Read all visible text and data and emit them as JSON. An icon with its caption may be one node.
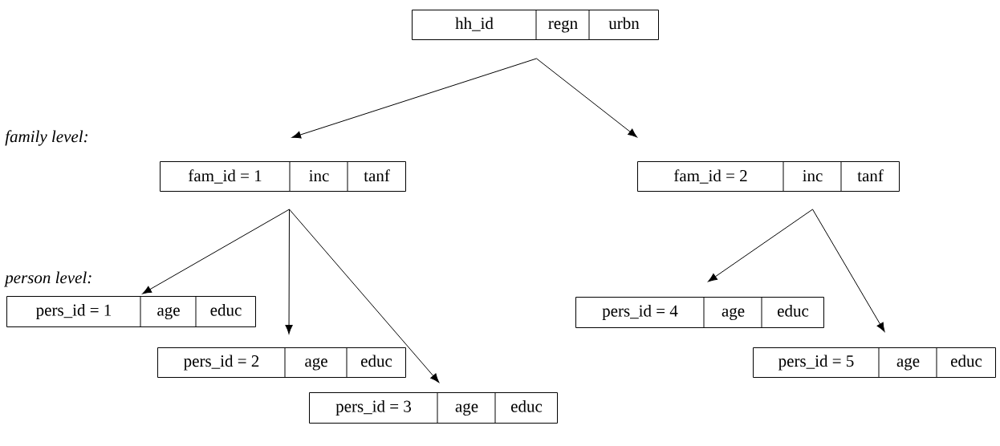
{
  "diagram": {
    "nodes": [
      {
        "text": [
          "hh_id",
          "regn",
          "urbn"
        ]
      },
      {
        "text": [
          "fam_id = 1",
          "inc",
          "tanf"
        ]
      },
      {
        "text": [
          "fam_id = 2",
          "inc",
          "tanf"
        ]
      },
      {
        "text": [
          "pers_id = 1",
          "age",
          "educ"
        ]
      },
      {
        "text": [
          "pers_id = 2",
          "age",
          "educ"
        ]
      },
      {
        "text": [
          "pers_id = 3",
          "age",
          "educ"
        ]
      },
      {
        "text": [
          "pers_id = 4",
          "age",
          "educ"
        ]
      },
      {
        "text": [
          "pers_id = 5",
          "age",
          "educ"
        ]
      }
    ],
    "edges": [
      {
        "from": 0,
        "to": 1,
        "arrow": "to"
      },
      {
        "from": 0,
        "to": 2,
        "arrow": "to"
      },
      {
        "from": 1,
        "to": 3,
        "arrow": "to"
      },
      {
        "from": 1,
        "to": 4,
        "arrow": "to"
      },
      {
        "from": 1,
        "to": 5,
        "arrow": "to"
      },
      {
        "from": 2,
        "to": 6,
        "arrow": "to"
      },
      {
        "from": 2,
        "to": 7,
        "arrow": "to"
      }
    ],
    "labels": [
      "family level:",
      "person level:"
    ]
  }
}
